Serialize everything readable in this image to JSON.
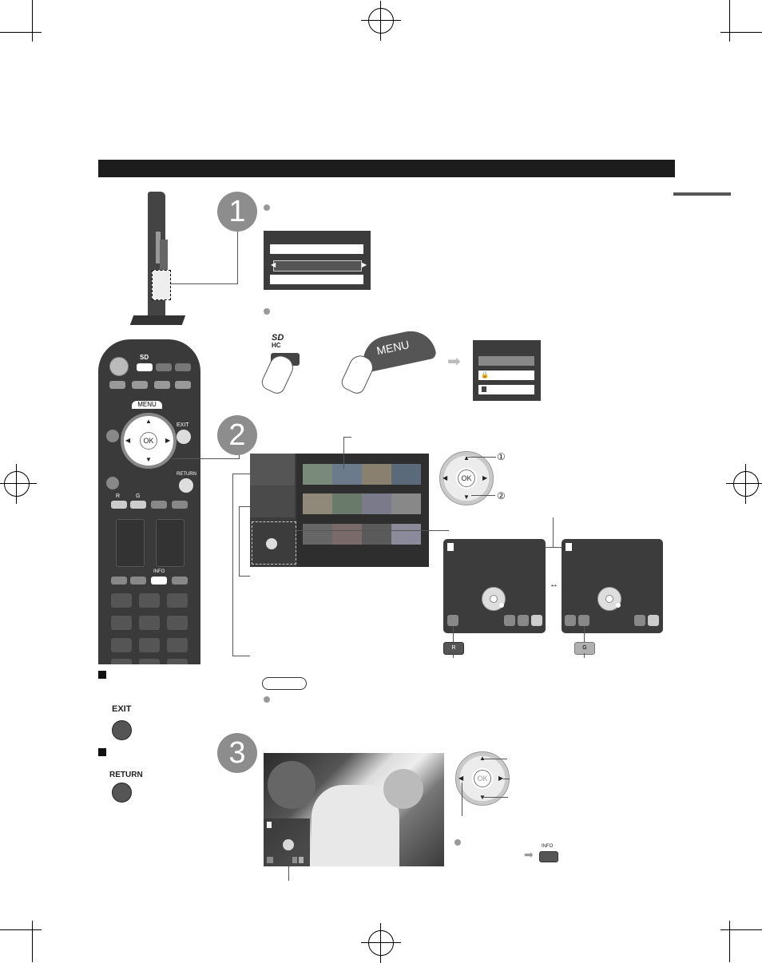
{
  "remote": {
    "menu_label": "MENU",
    "exit_label": "EXIT",
    "return_label": "RETURN",
    "ok_label": "OK",
    "r_label": "R",
    "g_label": "G",
    "info_label": "INFO"
  },
  "steps": {
    "one": "1",
    "two": "2",
    "three": "3"
  },
  "step1": {
    "menu_button_label": "MENU"
  },
  "step2": {
    "dpad_ok": "OK",
    "marker_1": "①",
    "marker_2": "②",
    "r_key": "R",
    "g_key": "G"
  },
  "step3": {
    "dpad_ok": "OK",
    "info_key": "INFO"
  },
  "side": {
    "exit_label": "EXIT",
    "return_label": "RETURN"
  },
  "colors": {
    "header_bar": "#1c1c1c",
    "remote_body": "#3a3a3a",
    "step_circle": "#8d8d8d",
    "screen_bg": "#3c3c3c",
    "r_button": "#8a8a8a",
    "g_button": "#b0b0b0"
  }
}
